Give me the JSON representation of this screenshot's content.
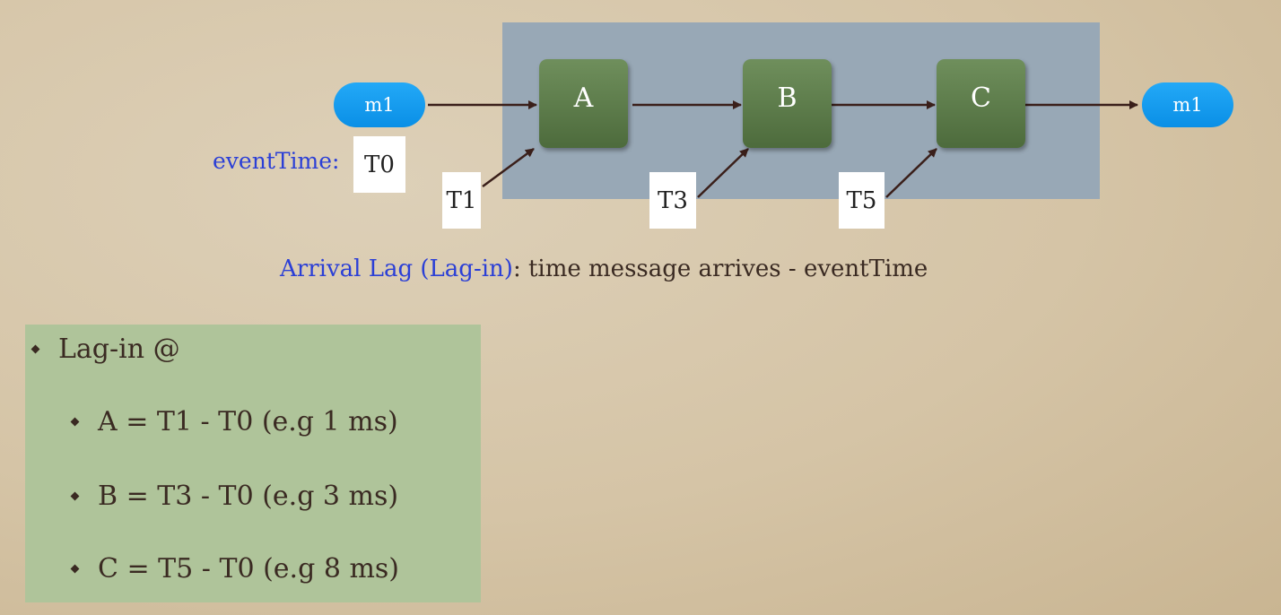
{
  "diagram": {
    "input_message": "m1",
    "output_message": "m1",
    "nodes": [
      "A",
      "B",
      "C"
    ],
    "event_time_label": "eventTime:",
    "event_time_value": "T0",
    "arrival_times": [
      "T1",
      "T3",
      "T5"
    ],
    "caption_highlight": "Arrival Lag (Lag-in)",
    "caption_rest": ": time message arrives - eventTime"
  },
  "bullets": {
    "heading": "Lag-in @",
    "items": [
      "A = T1 - T0 (e.g 1 ms)",
      "B = T3 - T0 (e.g 3 ms)",
      "C = T5 - T0 (e.g 8 ms)"
    ]
  },
  "colors": {
    "panel": "#98a8b6",
    "node": "#5a7a48",
    "message_pill": "#0a8fe6",
    "highlight_text": "#2b3fd6",
    "lag_box": "#afc49a"
  }
}
